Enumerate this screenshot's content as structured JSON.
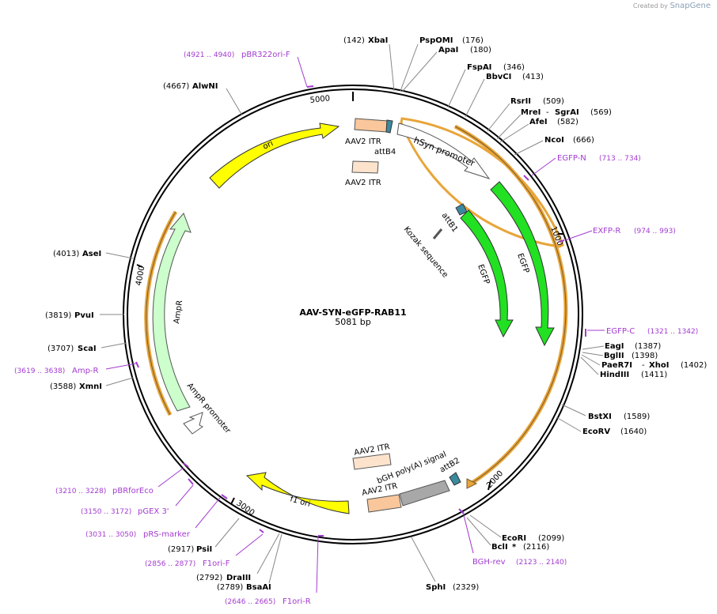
{
  "credit": {
    "created_by": "Created by",
    "brand": "SnapGene"
  },
  "plasmid": {
    "name": "AAV-SYN-eGFP-RAB11",
    "size_label": "5081 bp",
    "length": 5081
  },
  "ticks": [
    {
      "label": "1000",
      "pos": 1000
    },
    {
      "label": "2000",
      "pos": 2000
    },
    {
      "label": "3000",
      "pos": 3000
    },
    {
      "label": "4000",
      "pos": 4000
    },
    {
      "label": "5000",
      "pos": 5000
    }
  ],
  "features": [
    {
      "name": "AAV2 ITR",
      "label": "AAV2 ITR",
      "color": "#f9c79b"
    },
    {
      "name": "AAV2 ITR (inner)",
      "label": "AAV2 ITR",
      "color": "#fde3cc"
    },
    {
      "name": "attB4",
      "label": "attB4",
      "color": "#3a8aa0"
    },
    {
      "name": "hSyn promoter",
      "label": "hSyn promoter",
      "color": "#ffffff"
    },
    {
      "name": "EGFP outer",
      "label": "EGFP",
      "color": "#22e022"
    },
    {
      "name": "EGFP inner",
      "label": "EGFP",
      "color": "#22e022"
    },
    {
      "name": "attB1",
      "label": "attB1",
      "color": "#3a8aa0"
    },
    {
      "name": "Kozak sequence",
      "label": "Kozak sequence",
      "color": "#ffffff"
    },
    {
      "name": "bGH poly(A) signal",
      "label": "bGH poly(A) signal",
      "color": "#a8a8a8"
    },
    {
      "name": "attB2",
      "label": "attB2",
      "color": "#3a8aa0"
    },
    {
      "name": "AAV2 ITR (bottom)",
      "label": "AAV2 ITR",
      "color": "#f9c79b"
    },
    {
      "name": "AAV2 ITR (bottom inner)",
      "label": "AAV2 ITR",
      "color": "#fde3cc"
    },
    {
      "name": "f1 ori",
      "label": "f1 ori",
      "color": "#ffff00"
    },
    {
      "name": "AmpR promoter",
      "label": "AmpR promoter",
      "color": "#ffffff"
    },
    {
      "name": "AmpR",
      "label": "AmpR",
      "color": "#ccffcc"
    },
    {
      "name": "ori",
      "label": "ori",
      "color": "#ffff00"
    }
  ],
  "sites": [
    {
      "name": "XbaI",
      "pos": "(142)",
      "star": false
    },
    {
      "name": "PspOMI",
      "pos": "(176)",
      "star": false
    },
    {
      "name": "ApaI",
      "pos": "(180)",
      "star": false
    },
    {
      "name": "FspAI",
      "pos": "(346)",
      "star": false
    },
    {
      "name": "BbvCI",
      "pos": "(413)",
      "star": false
    },
    {
      "name": "RsrII",
      "pos": "(509)",
      "star": false
    },
    {
      "name": "MreI",
      "name2": "SgrAI",
      "pos": "(569)",
      "star": false
    },
    {
      "name": "AfeI",
      "pos": "(582)",
      "star": false
    },
    {
      "name": "NcoI",
      "pos": "(666)",
      "star": false
    },
    {
      "name": "EagI",
      "pos": "(1387)",
      "star": false
    },
    {
      "name": "BglII",
      "pos": "(1398)",
      "star": false
    },
    {
      "name": "PaeR7I",
      "name2": "XhoI",
      "pos": "(1402)",
      "star": false
    },
    {
      "name": "HindIII",
      "pos": "(1411)",
      "star": false
    },
    {
      "name": "BstXI",
      "pos": "(1589)",
      "star": false
    },
    {
      "name": "EcoRV",
      "pos": "(1640)",
      "star": false
    },
    {
      "name": "EcoRI",
      "pos": "(2099)",
      "star": false
    },
    {
      "name": "BclI",
      "pos": "(2116)",
      "star": true
    },
    {
      "name": "SphI",
      "pos": "(2329)",
      "star": false
    },
    {
      "name": "BsaAI",
      "pos": "(2789)",
      "star": false
    },
    {
      "name": "DraIII",
      "pos": "(2792)",
      "star": false
    },
    {
      "name": "PsiI",
      "pos": "(2917)",
      "star": false
    },
    {
      "name": "XmnI",
      "pos": "(3588)",
      "star": false
    },
    {
      "name": "ScaI",
      "pos": "(3707)",
      "star": false
    },
    {
      "name": "PvuI",
      "pos": "(3819)",
      "star": false
    },
    {
      "name": "AseI",
      "pos": "(4013)",
      "star": false
    },
    {
      "name": "AlwNI",
      "pos": "(4667)",
      "star": false
    }
  ],
  "primers": [
    {
      "name": "EGFP-N",
      "range": "(713 .. 734)"
    },
    {
      "name": "EXFP-R",
      "range": "(974 .. 993)"
    },
    {
      "name": "EGFP-C",
      "range": "(1321 .. 1342)"
    },
    {
      "name": "BGH-rev",
      "range": "(2123 .. 2140)"
    },
    {
      "name": "F1ori-R",
      "range": "(2646 .. 2665)"
    },
    {
      "name": "F1ori-F",
      "range": "(2856 .. 2877)"
    },
    {
      "name": "pRS-marker",
      "range": "(3031 .. 3050)"
    },
    {
      "name": "pGEX 3'",
      "range": "(3150 .. 3172)"
    },
    {
      "name": "pBRforEco",
      "range": "(3210 .. 3228)"
    },
    {
      "name": "Amp-R",
      "range": "(3619 .. 3638)"
    },
    {
      "name": "pBR322ori-F",
      "range": "(4921 .. 4940)"
    }
  ],
  "colors": {
    "enzyme": "#000000",
    "primer": "#a23bd0",
    "backbone": "#000000",
    "orange_arc": "#e8a53a"
  }
}
